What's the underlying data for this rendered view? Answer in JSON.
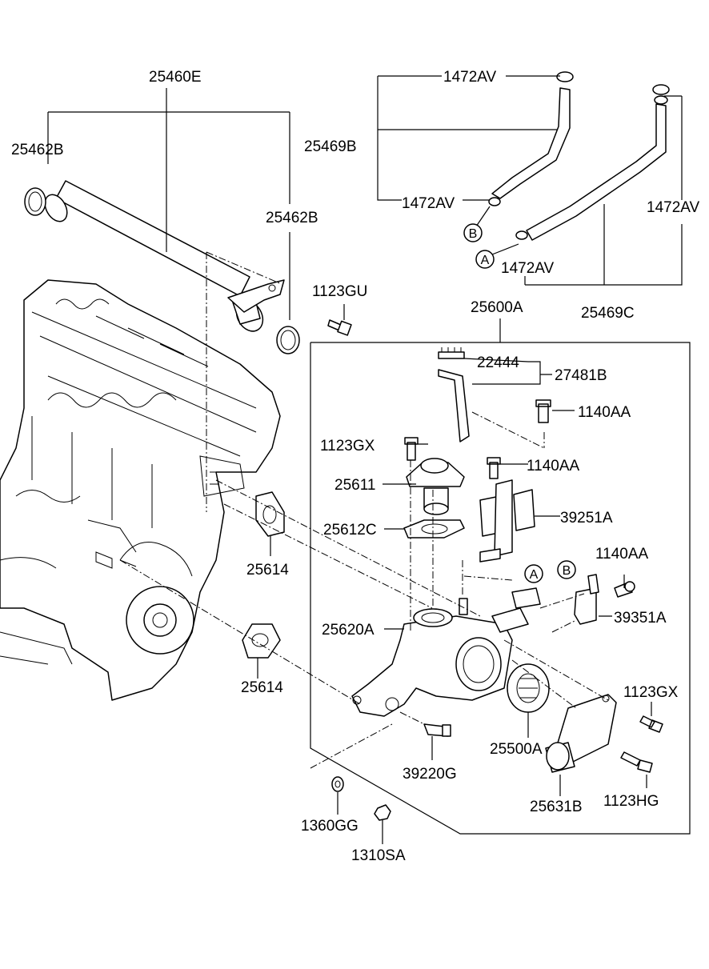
{
  "labels": {
    "p25460E": "25460E",
    "p25462B_a": "25462B",
    "p25462B_b": "25462B",
    "p1123GU": "1123GU",
    "p1472AV_a": "1472AV",
    "p25469B": "25469B",
    "p1472AV_b": "1472AV",
    "p1472AV_c": "1472AV",
    "p1472AV_d": "1472AV",
    "p25469C": "25469C",
    "p25600A": "25600A",
    "p22444": "22444",
    "p27481B": "27481B",
    "p1140AA_a": "1140AA",
    "p1123GX_a": "1123GX",
    "p1140AA_b": "1140AA",
    "p25611": "25611",
    "p39251A": "39251A",
    "p25612C": "25612C",
    "p25614_a": "25614",
    "p1140AA_c": "1140AA",
    "p39351A": "39351A",
    "p25620A": "25620A",
    "p25614_b": "25614",
    "p1123GX_b": "1123GX",
    "p25500A": "25500A",
    "p39220G": "39220G",
    "p25631B": "25631B",
    "p1123HG": "1123HG",
    "p1360GG": "1360GG",
    "p1310SA": "1310SA"
  },
  "callouts": {
    "A_top": "A",
    "B_top": "B",
    "A_mid": "A",
    "B_mid": "B"
  }
}
